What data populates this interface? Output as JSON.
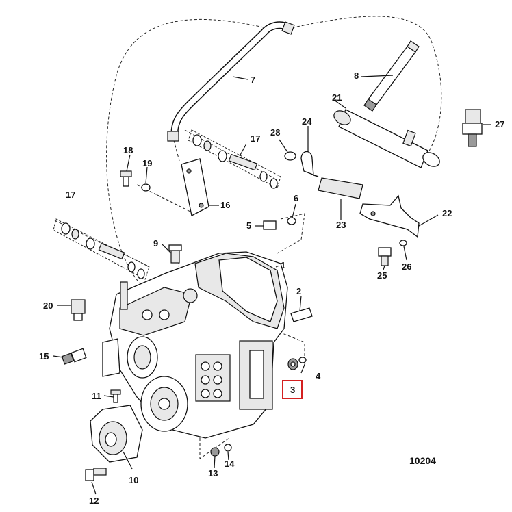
{
  "drawing_number": "10204",
  "highlight_color": "#d42020",
  "highlighted_callout": "3",
  "callouts": {
    "c1": "1",
    "c2": "2",
    "c3": "3",
    "c4": "4",
    "c5": "5",
    "c6": "6",
    "c7": "7",
    "c8": "8",
    "c9": "9",
    "c10": "10",
    "c11": "11",
    "c12": "12",
    "c13": "13",
    "c14": "14",
    "c15": "15",
    "c16": "16",
    "c17a": "17",
    "c17b": "17",
    "c18": "18",
    "c19": "19",
    "c20": "20",
    "c21": "21",
    "c22": "22",
    "c23": "23",
    "c24": "24",
    "c25": "25",
    "c26": "26",
    "c27": "27",
    "c28": "28"
  }
}
